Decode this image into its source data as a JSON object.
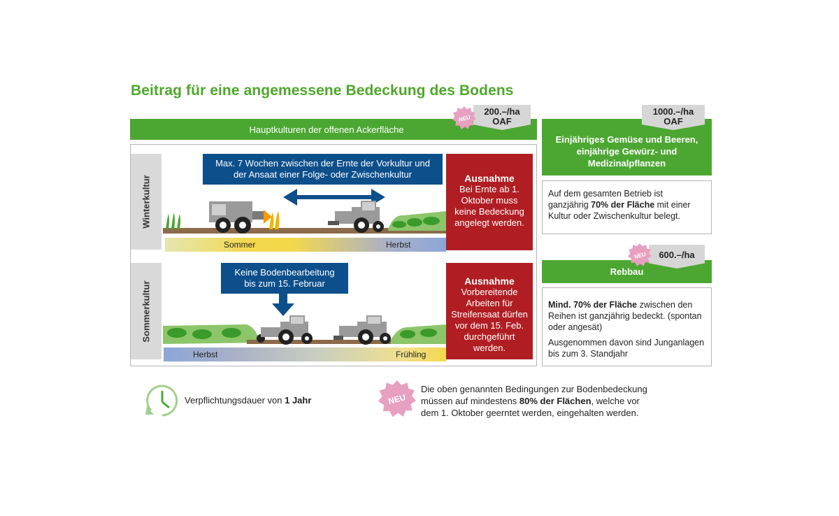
{
  "title": "Beitrag für eine angemessene Bedeckung des Bodens",
  "main": {
    "header": "Hauptkulturen der offenen Ackerfläche",
    "price": {
      "line1": "200.–/ha",
      "line2": "OAF"
    },
    "new_badge": "NEU",
    "winter": {
      "label": "Winterkultur",
      "info": "Max. 7 Wochen zwischen der Ernte der Vorkultur und der Ansaat einer Folge- oder Zwischenkultur",
      "season_left": "Sommer",
      "season_right": "Herbst",
      "exception_title": "Ausnahme",
      "exception_text": "Bei Ernte ab 1. Oktober muss keine Bedeckung angelegt werden."
    },
    "summer": {
      "label": "Sommerkultur",
      "info": "Keine Bodenbearbeitung bis zum 15. Februar",
      "season_left": "Herbst",
      "season_right": "Frühling",
      "exception_title": "Ausnahme",
      "exception_text": "Vorbereitende Arbeiten für Streifensaat dürfen vor dem 15. Feb. durchgeführt werden."
    }
  },
  "vegetables": {
    "price": {
      "line1": "1000.–/ha",
      "line2": "OAF"
    },
    "header": "Einjähriges Gemüse und Beeren, einjährige Gewürz- und Medizinalpflanzen",
    "text_pre": "Auf dem gesamten Betrieb ist ganzjährig ",
    "text_bold": "70% der Fläche",
    "text_post": " mit einer Kultur oder Zwischenkultur belegt."
  },
  "vineyard": {
    "new_badge": "NEU",
    "price": "600.–/ha",
    "header": "Rebbau",
    "text_bold": "Mind. 70% der Fläche",
    "text_post": " zwischen den Reihen ist ganzjährig bedeckt. (spontan oder angesät)",
    "text_2": "Ausgenommen davon sind Junganlagen bis zum 3. Standjahr"
  },
  "footer": {
    "duration_pre": "Verpflichtungsdauer von ",
    "duration_bold": "1 Jahr",
    "new_badge": "NEU",
    "note_pre": "Die oben genannten Bedingungen zur Bodenbedeckung müssen auf mindestens ",
    "note_bold": "80% der Flächen",
    "note_post": ", welche vor dem 1. Oktober geerntet werden, eingehalten werden."
  },
  "colors": {
    "green": "#4ca732",
    "blue": "#0d4f8b",
    "red": "#b01e23",
    "badge_pink": "#e8a0c0"
  }
}
